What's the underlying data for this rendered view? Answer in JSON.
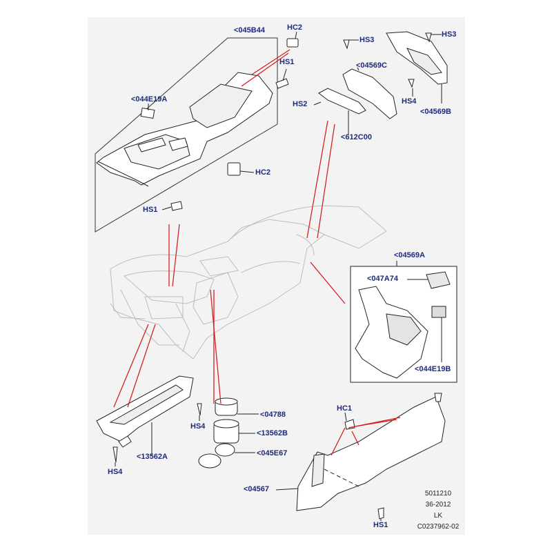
{
  "labels": {
    "l_045b44": "<045B44",
    "l_hc2_top": "HC2",
    "l_hs1_top": "HS1",
    "l_044e19a": "<044E19A",
    "l_hc2_mid": "HC2",
    "l_hs1_left": "HS1",
    "l_hs3_a": "HS3",
    "l_hs3_b": "HS3",
    "l_04569c": "<04569C",
    "l_hs2": "HS2",
    "l_hs4_top": "HS4",
    "l_04569b": "<04569B",
    "l_612c00": "<612C00",
    "l_04569a": "<04569A",
    "l_047a74": "<047A74",
    "l_044e19b": "<044E19B",
    "l_hs4_mid": "HS4",
    "l_04788": "<04788",
    "l_13562b": "<13562B",
    "l_045e67": "<045E67",
    "l_13562a": "<13562A",
    "l_hs4_bot": "HS4",
    "l_hc1": "HC1",
    "l_04567": "<04567",
    "l_hs1_bot": "HS1"
  },
  "footer": {
    "line1": "5011210",
    "line2": "36-2012",
    "line3": "LK",
    "line4": "C0237962-02"
  },
  "colors": {
    "label": "#1d2a7a",
    "leader": "#d42020",
    "part_outline": "#222222",
    "ghost_outline": "#b8b8b8",
    "sheet": "#f3f3f3"
  }
}
